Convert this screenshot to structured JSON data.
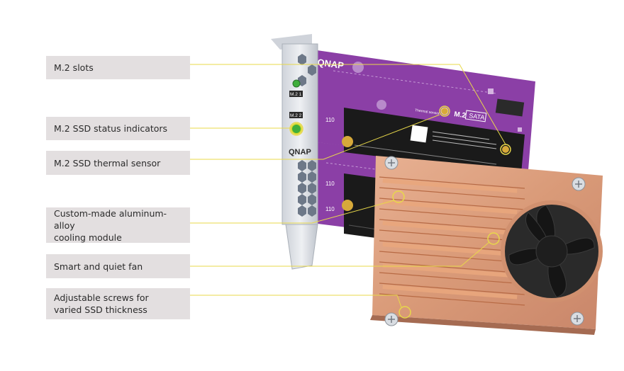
{
  "labels": {
    "m2_slots": "M.2 slots",
    "status_indicators": "M.2 SSD status indicators",
    "thermal_sensor": "M.2 SSD thermal sensor",
    "cooling_module": "Custom-made aluminum-alloy\ncooling module",
    "fan": "Smart and quiet fan",
    "screws": "Adjustable screws for\nvaried SSD thickness"
  },
  "product": {
    "brand_top": "QNAP",
    "brand_bracket": "QNAP",
    "slot1_label": "M.2 1",
    "slot2_label": "M.2 2",
    "m2_sata_label": "M.2",
    "sata_badge": "SATA",
    "thermal_text": "Thermal sensor",
    "len_top": "110",
    "len_bottom": "110",
    "len_ssd": "110"
  },
  "colors": {
    "pcb": "#8b3fa6",
    "copper": "#d99a78",
    "leader": "#e8d84a",
    "label_bg": "#e3dfe0"
  }
}
